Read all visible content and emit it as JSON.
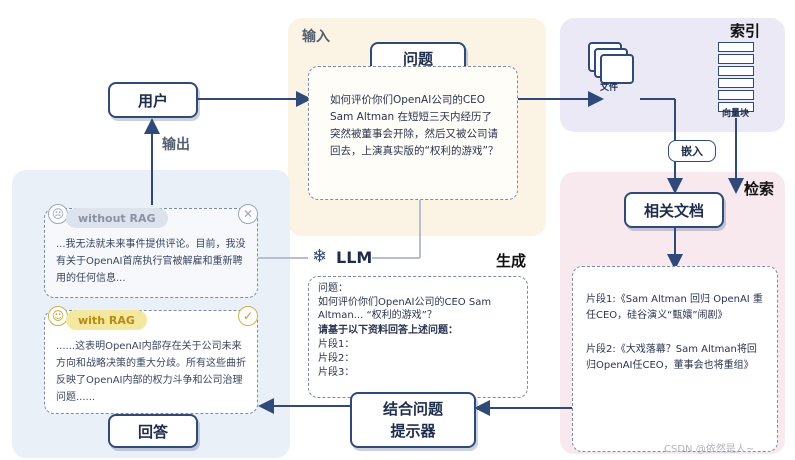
{
  "labels": {
    "input": "输入",
    "output": "输出",
    "index": "索引",
    "retrieval": "检索",
    "generation": "生成",
    "file": "文件",
    "chunk": "向量块",
    "embed": "嵌入"
  },
  "nodes": {
    "user": "用户",
    "question": "问题",
    "related_docs": "相关文档",
    "llm": "LLM",
    "combine_line1": "结合问题",
    "combine_line2": "提示器",
    "answer": "回答"
  },
  "question_text": "如何评价你们OpenAI公司的CEO Sam Altman 在短短三天内经历了突然被董事会开除，然后又被公司请回去，上演真实版的“权利的游戏”？",
  "without_rag": {
    "tag": "without RAG",
    "text": "...我无法就未来事件提供评论。目前，我没有关于OpenAI首席执行官被解雇和重新聘用的任何信息..."
  },
  "with_rag": {
    "tag": "with RAG",
    "text": "......这表明OpenAI内部存在关于公司未来方向和战略决策的重大分歧。所有这些曲折反映了OpenAI内部的权力斗争和公司治理问题......"
  },
  "prompt_box": {
    "title": "问题：",
    "question": "如何评价你们OpenAI公司的CEO Sam Altman...  “权利的游戏”？",
    "instruction": "请基于以下资料回答上述问题：",
    "seg1": "片段1：",
    "seg2": "片段2：",
    "seg3": "片段3："
  },
  "retrieved": {
    "seg1": "片段1:《Sam Altman 回归 OpenAI 重任CEO，硅谷演义“甄嬛”闹剧》",
    "seg2": "片段2:《大戏落幕？Sam Altman将回归OpenAI任CEO，董事会也将重组》"
  },
  "watermark": "CSDN @依然是人~"
}
